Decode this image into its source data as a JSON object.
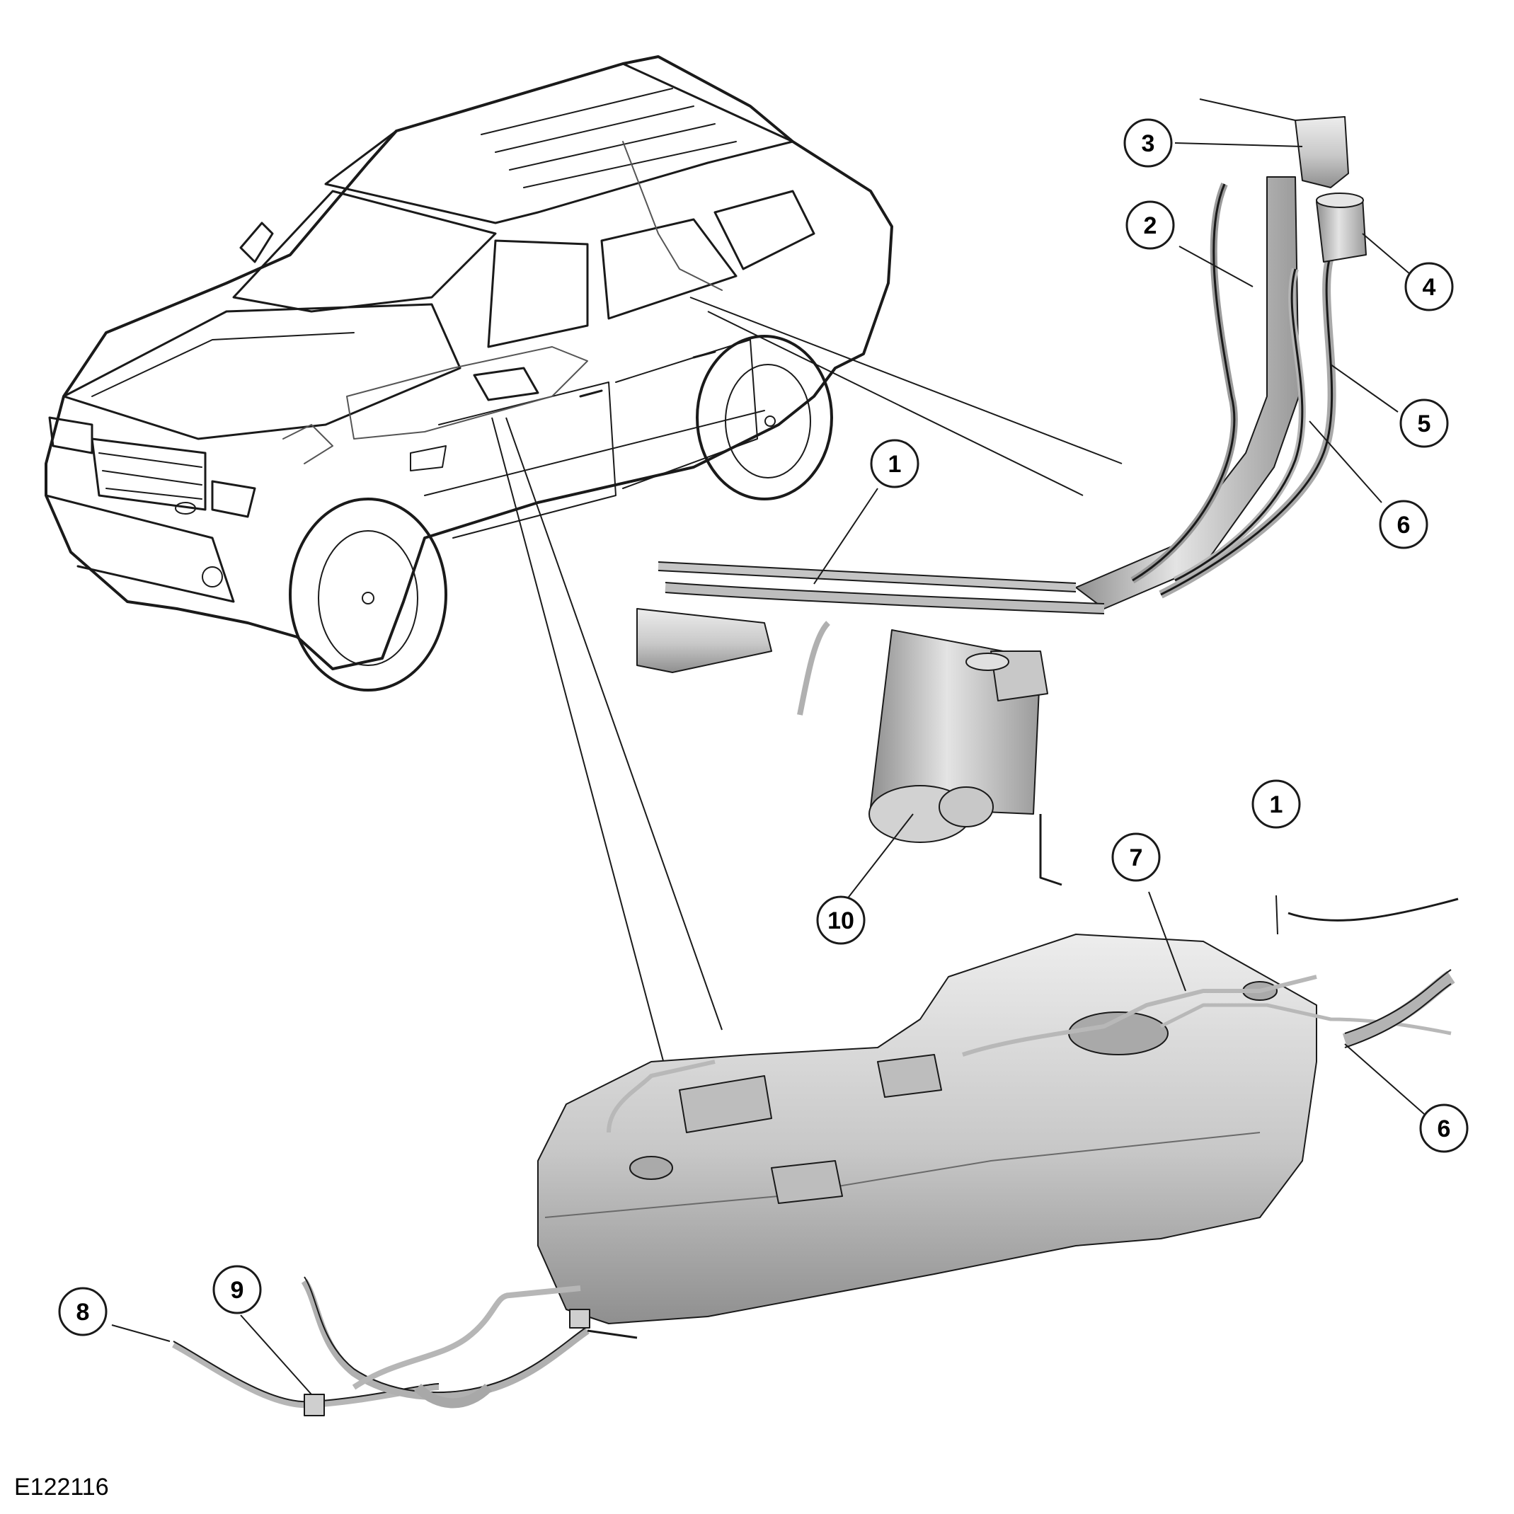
{
  "figure": {
    "reference_code": "E122116",
    "callouts": {
      "c1a": "1",
      "c1b": "1",
      "c2": "2",
      "c3": "3",
      "c4": "4",
      "c5": "5",
      "c6a": "6",
      "c6b": "6",
      "c7": "7",
      "c8": "8",
      "c9": "9",
      "c10": "10"
    },
    "colors": {
      "line": "#1a1a1a",
      "part_fill": "#cfcfcf",
      "part_dark": "#9a9a9a",
      "part_light": "#e6e6e6"
    }
  }
}
